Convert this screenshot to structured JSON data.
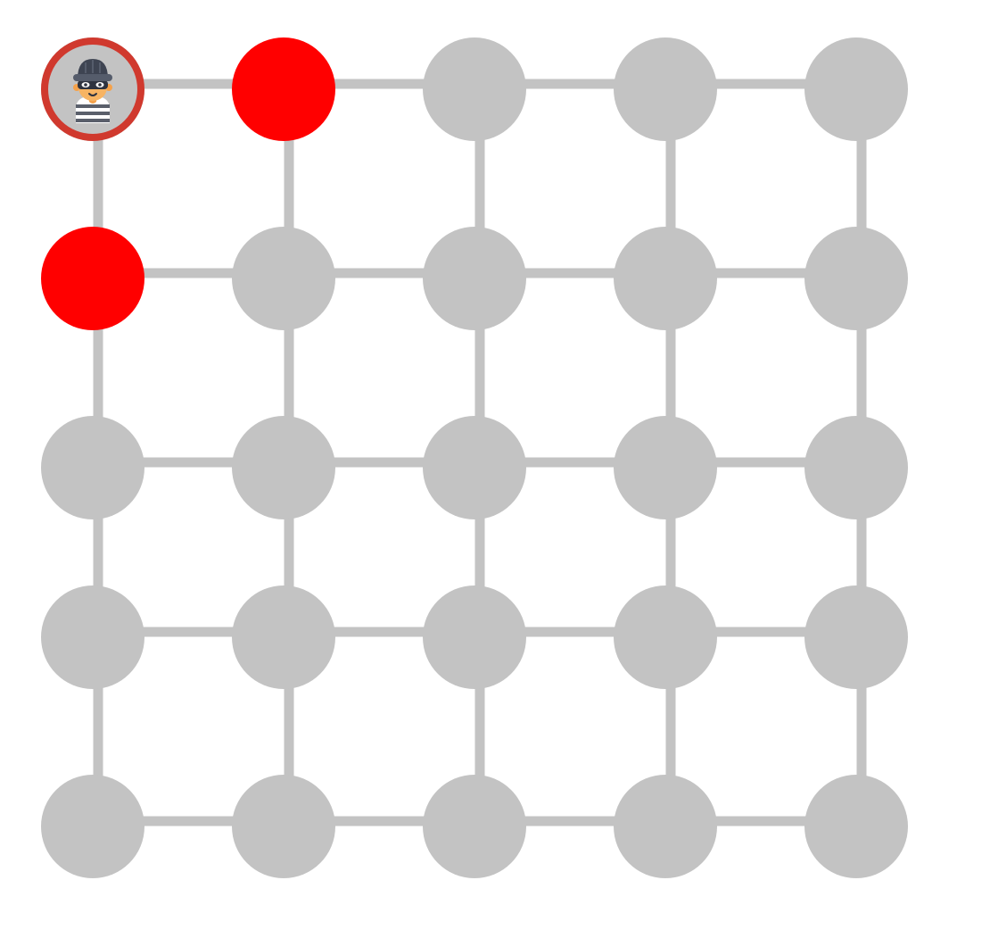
{
  "game": {
    "rows": 5,
    "cols": 5,
    "colors": {
      "background": "#ffffff",
      "edge": "#c3c3c3",
      "node": "#c3c3c3",
      "blocked": "#ff0000",
      "player_ring": "#d0392e"
    },
    "player": {
      "row": 0,
      "col": 0,
      "icon": "thief-icon"
    },
    "blocked_nodes": [
      {
        "row": 0,
        "col": 1
      },
      {
        "row": 1,
        "col": 0
      }
    ]
  }
}
